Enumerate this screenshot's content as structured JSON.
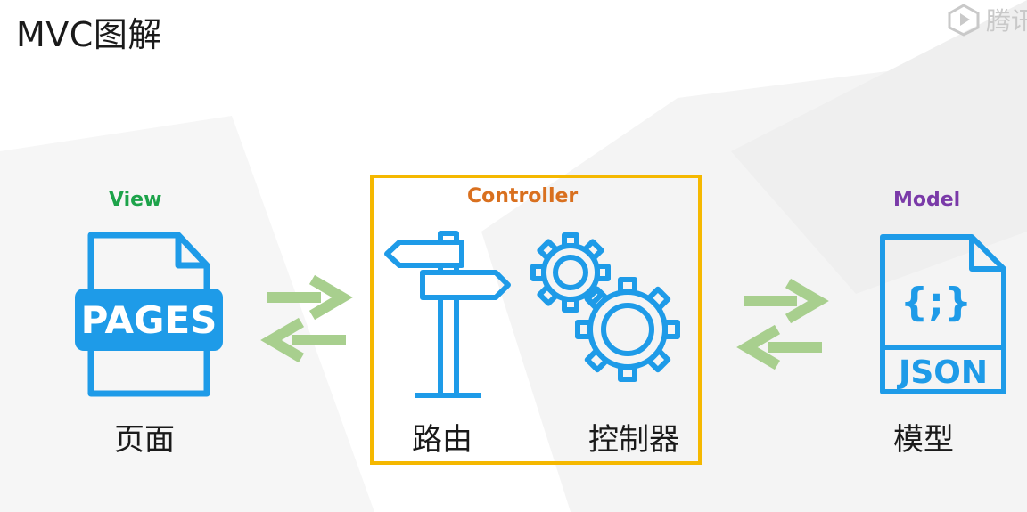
{
  "title": "MVC图解",
  "watermark": {
    "text": "腾讯",
    "icon": "video-play-icon"
  },
  "colors": {
    "icon_blue": "#1e9be8",
    "view_label": "#1da34a",
    "controller_label": "#d9701f",
    "model_label": "#7a3aa8",
    "controller_border": "#f5b800",
    "arrow_green": "#a8cf8e"
  },
  "view": {
    "role": "View",
    "icon": "pages-document-icon",
    "badge": "PAGES",
    "caption": "页面"
  },
  "controller": {
    "role": "Controller",
    "router": {
      "icon": "signpost-icon",
      "caption": "路由"
    },
    "handler": {
      "icon": "gears-icon",
      "caption": "控制器"
    }
  },
  "model": {
    "role": "Model",
    "icon": "json-document-icon",
    "braces": "{;}",
    "badge": "JSON",
    "caption": "模型"
  }
}
